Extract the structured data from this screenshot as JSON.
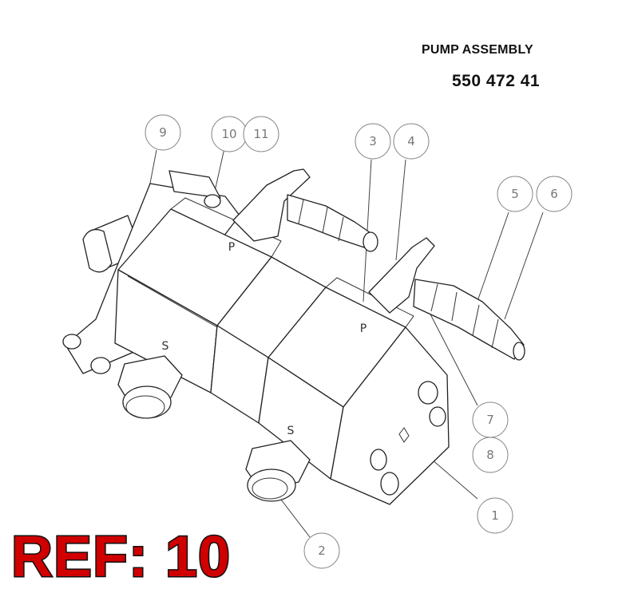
{
  "header": {
    "title": "PUMP ASSEMBLY",
    "part_number": "550 472 41"
  },
  "reference": {
    "label": "REF: 10",
    "color": "#d00000"
  },
  "body_labels": [
    "P",
    "S",
    "P",
    "S"
  ],
  "callouts": [
    {
      "id": "9",
      "label": "9"
    },
    {
      "id": "10",
      "label": "10"
    },
    {
      "id": "11",
      "label": "11"
    },
    {
      "id": "3",
      "label": "3"
    },
    {
      "id": "4",
      "label": "4"
    },
    {
      "id": "5",
      "label": "5"
    },
    {
      "id": "6",
      "label": "6"
    },
    {
      "id": "7",
      "label": "7"
    },
    {
      "id": "8",
      "label": "8"
    },
    {
      "id": "1",
      "label": "1"
    },
    {
      "id": "2",
      "label": "2"
    }
  ]
}
